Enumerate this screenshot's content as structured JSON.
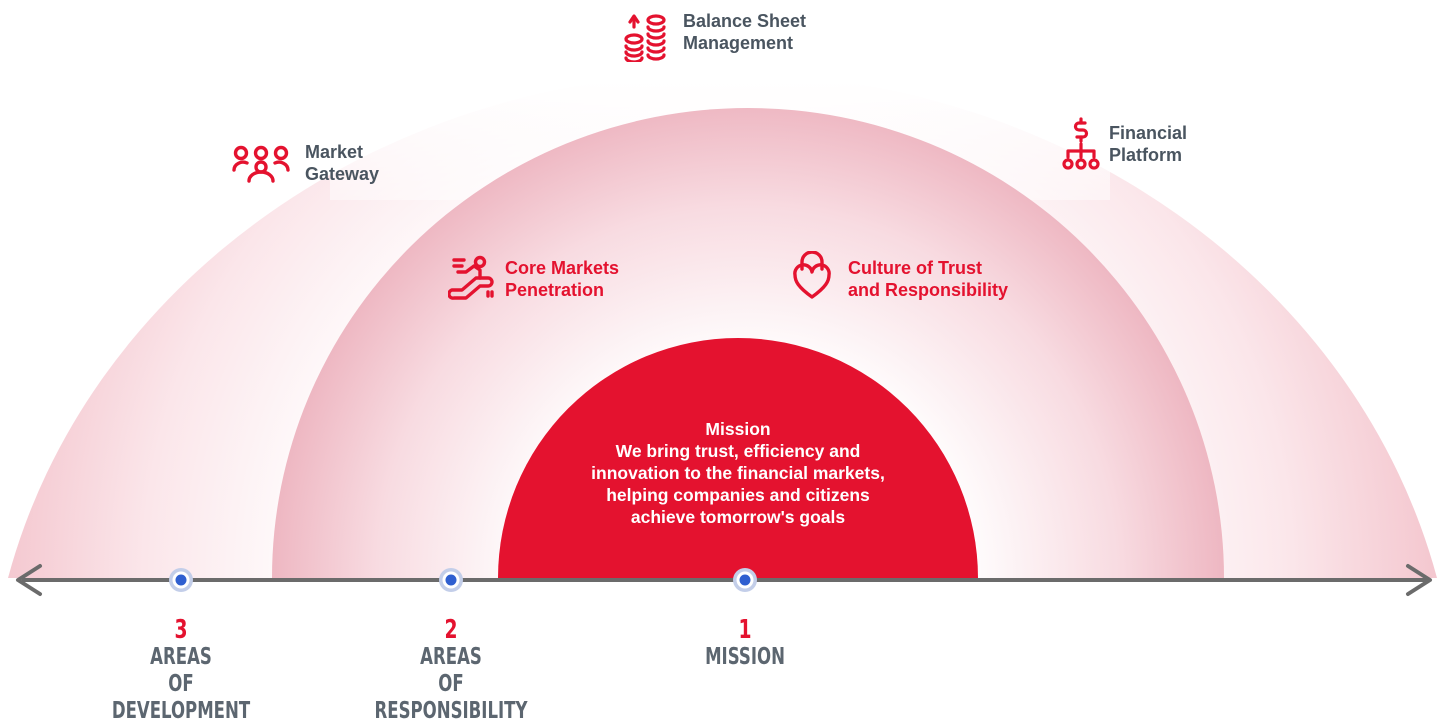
{
  "areas_of_development": [
    {
      "name": "balance-sheet-management",
      "icon": "coin-stack-icon",
      "label": "Balance Sheet\nManagement"
    },
    {
      "name": "market-gateway",
      "icon": "people-group-icon",
      "label": "Market\nGateway"
    },
    {
      "name": "financial-platform",
      "icon": "dollar-network-icon",
      "label": "Financial\nPlatform"
    }
  ],
  "areas_of_responsibility": [
    {
      "name": "core-markets-penetration",
      "icon": "escalator-icon",
      "label": "Core Markets\nPenetration"
    },
    {
      "name": "culture-of-trust",
      "icon": "heart-lock-icon",
      "label": "Culture of Trust\nand Responsibility"
    }
  ],
  "mission": {
    "title": "Mission",
    "lines": [
      "We bring trust, efficiency and",
      "innovation to the financial markets,",
      "helping companies and citizens",
      "achieve tomorrow's goals"
    ]
  },
  "axis": {
    "ticks": [
      {
        "number": "3",
        "text": "AREAS\nOF DEVELOPMENT"
      },
      {
        "number": "2",
        "text": "AREAS\nOF RESPONSIBILITY"
      },
      {
        "number": "1",
        "text": "MISSION"
      }
    ]
  },
  "colors": {
    "accent": "#e4122f",
    "text_gray": "#4a5560",
    "arrow_gray": "#6b6b6b",
    "dot_blue": "#2f5fd0",
    "dot_ring": "#b9c6e8"
  }
}
